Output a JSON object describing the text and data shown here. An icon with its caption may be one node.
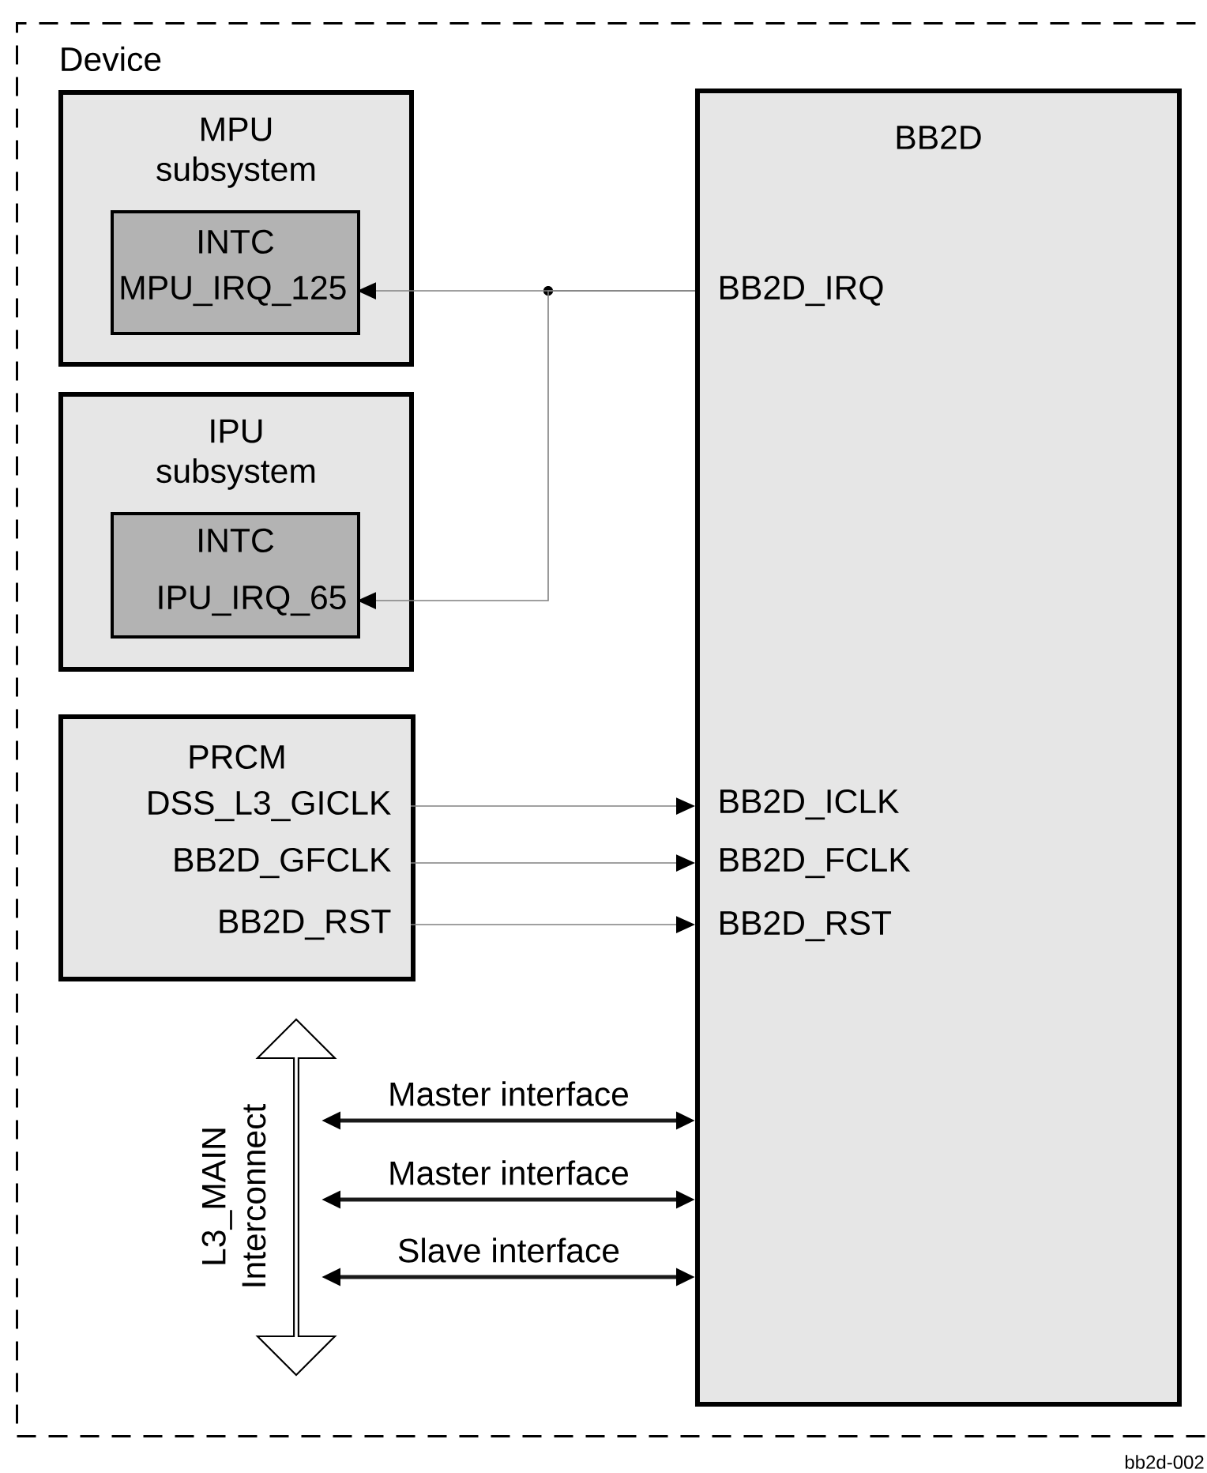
{
  "diagram": {
    "nodes": [
      {
        "text": [
          "Device"
        ]
      },
      {
        "text": [
          "MPU subsystem"
        ],
        "in": 0
      },
      {
        "text": [
          "INTC"
        ],
        "in": 1
      },
      {
        "text": [
          "MPU_IRQ_125"
        ],
        "in": 2
      },
      {
        "text": [
          "IPU subsystem"
        ],
        "in": 0
      },
      {
        "text": [
          "INTC"
        ],
        "in": 4
      },
      {
        "text": [
          "IPU_IRQ_65"
        ],
        "in": 5
      },
      {
        "text": [
          "PRCM"
        ],
        "in": 0
      },
      {
        "text": [
          "DSS_L3_GICLK"
        ],
        "in": 7
      },
      {
        "text": [
          "BB2D_GFCLK"
        ],
        "in": 7
      },
      {
        "text": [
          "BB2D_RST"
        ],
        "in": 7
      },
      {
        "text": [
          "BB2D"
        ],
        "in": 0
      },
      {
        "text": [
          "BB2D_IRQ"
        ],
        "in": 11
      },
      {
        "text": [
          "BB2D_ICLK"
        ],
        "in": 11
      },
      {
        "text": [
          "BB2D_FCLK"
        ],
        "in": 11
      },
      {
        "text": [
          "BB2D_RST"
        ],
        "in": 11
      },
      {
        "text": [
          "L3_MAIN Interconnect"
        ],
        "in": 0
      }
    ],
    "edges": [
      {
        "from": 12,
        "to": 3,
        "arrow": "to"
      },
      {
        "from": 12,
        "to": 6,
        "arrow": "to"
      },
      {
        "from": 8,
        "to": 13,
        "arrow": "to"
      },
      {
        "from": 9,
        "to": 14,
        "arrow": "to"
      },
      {
        "from": 10,
        "to": 15,
        "arrow": "to"
      },
      {
        "from": 16,
        "to": 11,
        "arrow": "both",
        "label": "Master interface",
        "style": "thick",
        "color": "#1a1a1a"
      },
      {
        "from": 16,
        "to": 11,
        "arrow": "both",
        "label": "Master interface",
        "style": "thick",
        "color": "#1a1a1a"
      },
      {
        "from": 16,
        "to": 11,
        "arrow": "both",
        "label": "Slave interface",
        "style": "thick",
        "color": "#1a1a1a"
      }
    ],
    "labels": [
      "bb2d-002"
    ]
  }
}
